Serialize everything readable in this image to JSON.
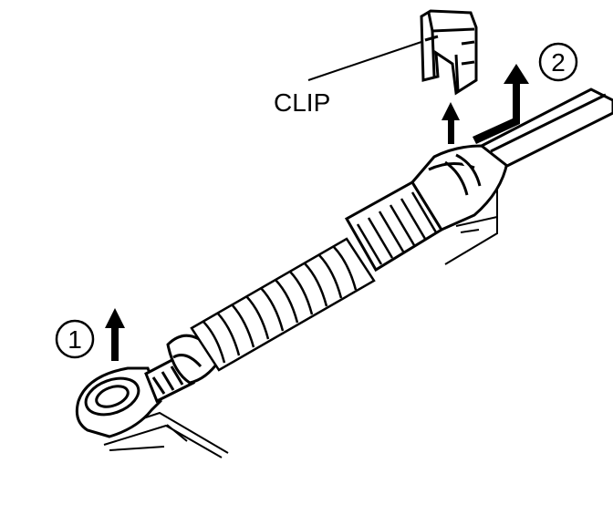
{
  "labels": {
    "clip": "CLIP",
    "step1": "1",
    "step2": "2"
  },
  "colors": {
    "ink": "#000000",
    "paper": "#ffffff"
  }
}
